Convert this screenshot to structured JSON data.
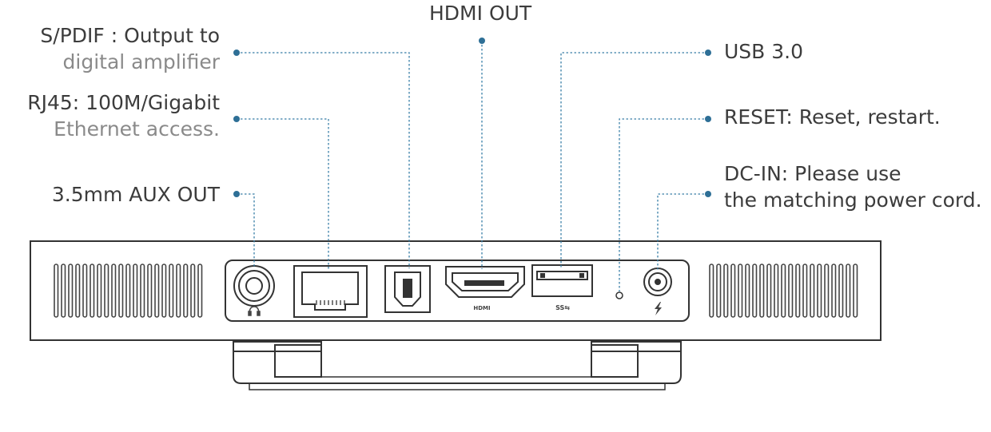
{
  "labels": {
    "hdmi_out": "HDMI OUT",
    "spdif_line1": "S/PDIF : Output to",
    "spdif_line2": "digital amplifier",
    "rj45_line1": "RJ45: 100M/Gigabit",
    "rj45_line2": "Ethernet access.",
    "aux_out": "3.5mm AUX OUT",
    "usb": "USB 3.0",
    "reset": "RESET: Reset, restart.",
    "dcin_line1": "DC-IN: Please use",
    "dcin_line2": "the matching power cord."
  },
  "port_marks": {
    "hdmi_logo": "HDMI",
    "usb_logo": "SS⇆"
  },
  "icons": [
    "headphone-icon",
    "lightning-icon",
    "usb-superspeed-icon",
    "hdmi-logo"
  ],
  "colors": {
    "leader_dot": "#2e6f96",
    "leader_line": "#3a7fa8",
    "device_outline": "#333333",
    "label_primary": "#3c3c3c",
    "label_secondary": "#8a8a8a"
  }
}
